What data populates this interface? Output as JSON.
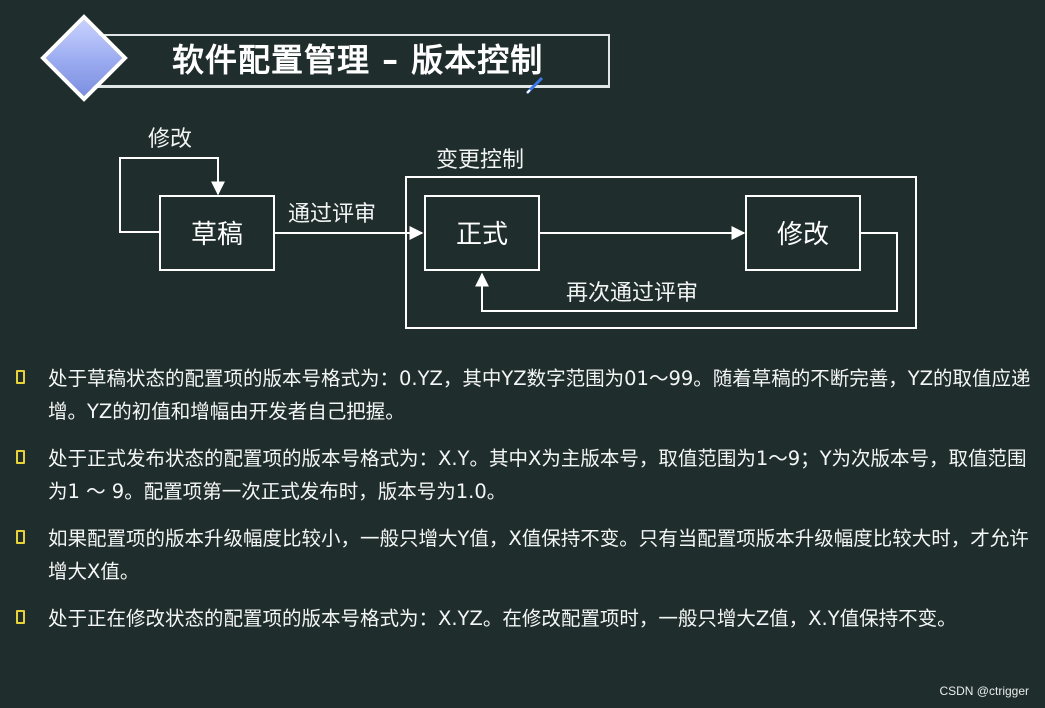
{
  "title": "软件配置管理 – 版本控制",
  "diagram": {
    "nodes": {
      "draft": "草稿",
      "formal": "正式",
      "modify": "修改"
    },
    "labels": {
      "self_loop": "修改",
      "group": "变更控制",
      "pass_review": "通过评审",
      "pass_again": "再次通过评审"
    }
  },
  "bullets": [
    "处于草稿状态的配置项的版本号格式为：0.YZ，其中YZ数字范围为01～99。随着草稿的不断完善，YZ的取值应递增。YZ的初值和增幅由开发者自己把握。",
    "处于正式发布状态的配置项的版本号格式为：X.Y。其中X为主版本号，取值范围为1～9；Y为次版本号，取值范围为1 ～ 9。配置项第一次正式发布时，版本号为1.0。",
    "如果配置项的版本升级幅度比较小，一般只增大Y值，X值保持不变。只有当配置项版本升级幅度比较大时，才允许增大X值。",
    "处于正在修改状态的配置项的版本号格式为：X.YZ。在修改配置项时，一般只增大Z值，X.Y值保持不变。"
  ],
  "watermark": "CSDN @ctrigger",
  "colors": {
    "background": "#1f2d2c",
    "bullet_marker": "#e8d23a",
    "diamond": "#9aaaf0"
  },
  "icons": {
    "title_marker": "diamond-icon",
    "title_decoration": "pen-icon",
    "bullet_marker": "bullet-box-icon"
  }
}
